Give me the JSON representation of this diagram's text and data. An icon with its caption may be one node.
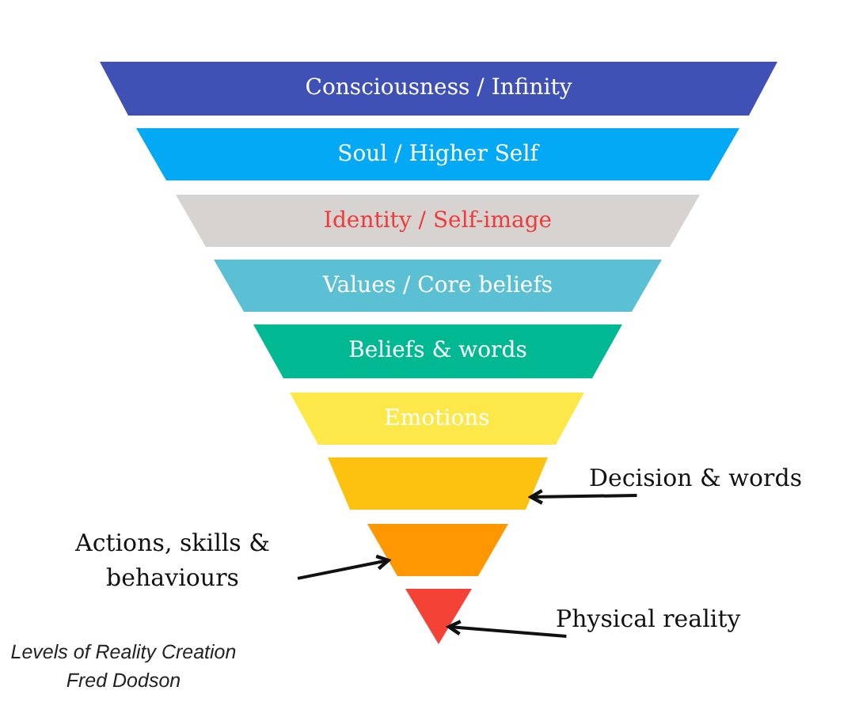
{
  "diagram": {
    "nodes": [
      {
        "text": [
          "Consciousness / Infinity"
        ]
      },
      {
        "text": [
          "Soul / Higher Self"
        ]
      },
      {
        "text": [
          "Identity / Self-image"
        ]
      },
      {
        "text": [
          "Values / Core beliefs"
        ]
      },
      {
        "text": [
          "Beliefs & words"
        ]
      },
      {
        "text": [
          "Emotions"
        ]
      },
      {
        "text": [],
        "shape": "trapezoid"
      },
      {
        "text": [],
        "shape": "trapezoid"
      },
      {
        "text": [],
        "shape": "triangle"
      },
      {
        "text": [
          "Decision & words"
        ]
      },
      {
        "text": [
          "Actions, skills & behaviours"
        ]
      },
      {
        "text": [
          "Physical reality"
        ]
      }
    ],
    "edges": [
      {
        "from": 9,
        "to": 6,
        "arrow": "to"
      },
      {
        "from": 10,
        "to": 7,
        "arrow": "to"
      },
      {
        "from": 11,
        "to": 8,
        "arrow": "to"
      }
    ],
    "labels": [
      "Levels of Reality Creation",
      "Fred Dodson"
    ]
  }
}
